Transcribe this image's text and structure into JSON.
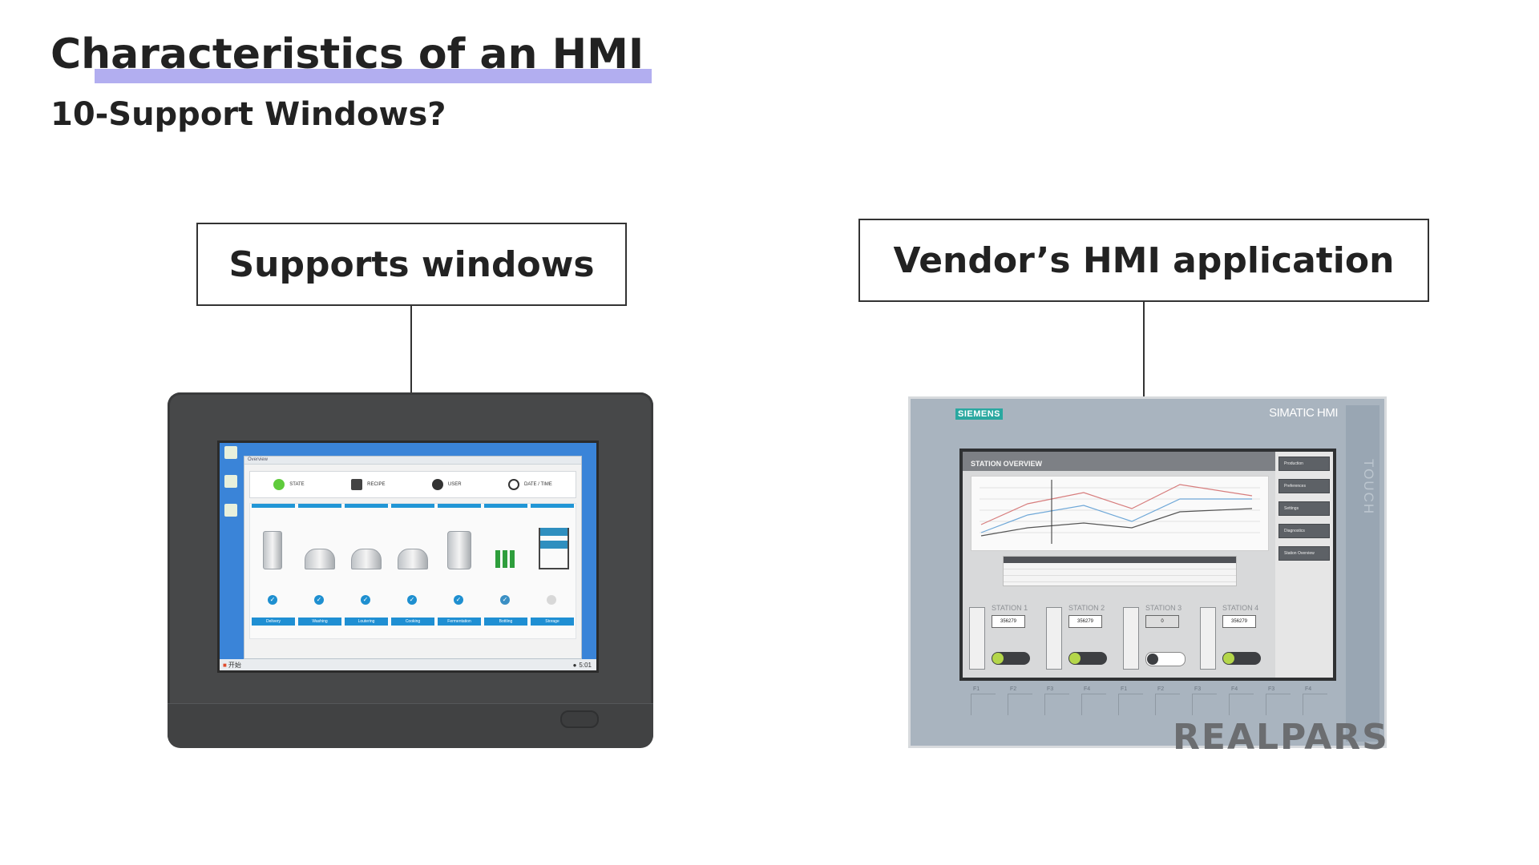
{
  "slide": {
    "title": "Characteristics of an HMI",
    "subtitle": "10-Support Windows?",
    "accent_color": "#b2aef0"
  },
  "callouts": {
    "left": "Supports windows",
    "right": "Vendor’s HMI application"
  },
  "left_device": {
    "taskbar": {
      "start_label": "开始",
      "clock": "5:01"
    },
    "app_title": "Overview",
    "info_cells": [
      {
        "label": "STATE",
        "icon": "status-light-icon"
      },
      {
        "label": "RECIPE",
        "icon": "printer-icon"
      },
      {
        "label": "USER",
        "icon": "user-icon"
      },
      {
        "label": "DATE / TIME",
        "icon": "clock-icon"
      }
    ],
    "process_steps": [
      "Delivery",
      "Washing",
      "Loutering",
      "Cooking",
      "Fermentation",
      "Bottling",
      "Storage"
    ]
  },
  "right_device": {
    "vendor_logo": "SIEMENS",
    "product_name": "SIMATIC HMI",
    "side_label": "TOUCH",
    "screen_title": "STATION OVERVIEW",
    "side_buttons": [
      "Production",
      "Preferences",
      "Settings",
      "Diagnostics",
      "Station Overview"
    ],
    "stations": [
      {
        "name": "STATION 1",
        "value": "356279",
        "toggle": "ON"
      },
      {
        "name": "STATION 2",
        "value": "356279",
        "toggle": "ON"
      },
      {
        "name": "STATION 3",
        "value": "0",
        "toggle": "OFF"
      },
      {
        "name": "STATION 4",
        "value": "356279",
        "toggle": "ON"
      }
    ],
    "function_keys": [
      "F1",
      "F2",
      "F3",
      "F4",
      "F1",
      "F2",
      "F3",
      "F4",
      "F3",
      "F4"
    ]
  },
  "brand": {
    "logo": "REALPARS"
  }
}
